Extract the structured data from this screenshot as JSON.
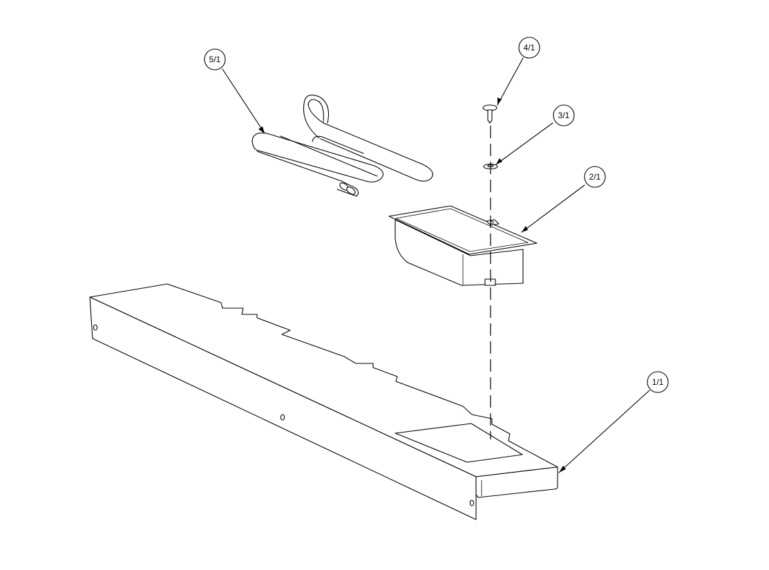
{
  "callouts": [
    {
      "id": "5",
      "label": "5/1"
    },
    {
      "id": "4",
      "label": "4/1"
    },
    {
      "id": "3",
      "label": "3/1"
    },
    {
      "id": "2",
      "label": "2/1"
    },
    {
      "id": "1",
      "label": "1/1"
    }
  ]
}
